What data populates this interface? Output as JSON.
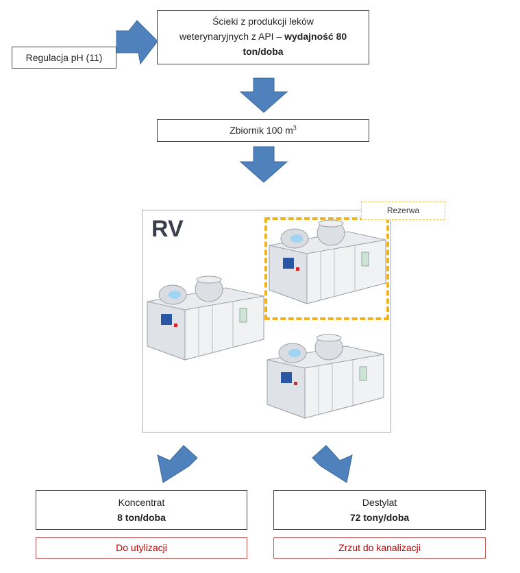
{
  "input": {
    "line1": "Ścieki z produkcji leków",
    "line2a": "weterynaryjnych z API – ",
    "line2b": "wydajność 80",
    "line3": "ton/doba"
  },
  "ph_label": "Regulacja pH (11)",
  "tank": {
    "label": "Zbiornik 100 m",
    "superscript": "3"
  },
  "rv": {
    "label": "RV",
    "reserve_label": "Rezerwa"
  },
  "outputs": {
    "concentrate": {
      "name": "Koncentrat",
      "amount": "8 ton/doba",
      "destination": "Do utylizacji"
    },
    "distillate": {
      "name": "Destylat",
      "amount": "72 tony/doba",
      "destination": "Zrzut do kanalizacji"
    }
  },
  "colors": {
    "arrow_fill": "#4f81bd",
    "arrow_stroke": "#3a6698",
    "reserve_dash": "#f2b41c",
    "destination_red": "#c00000"
  }
}
